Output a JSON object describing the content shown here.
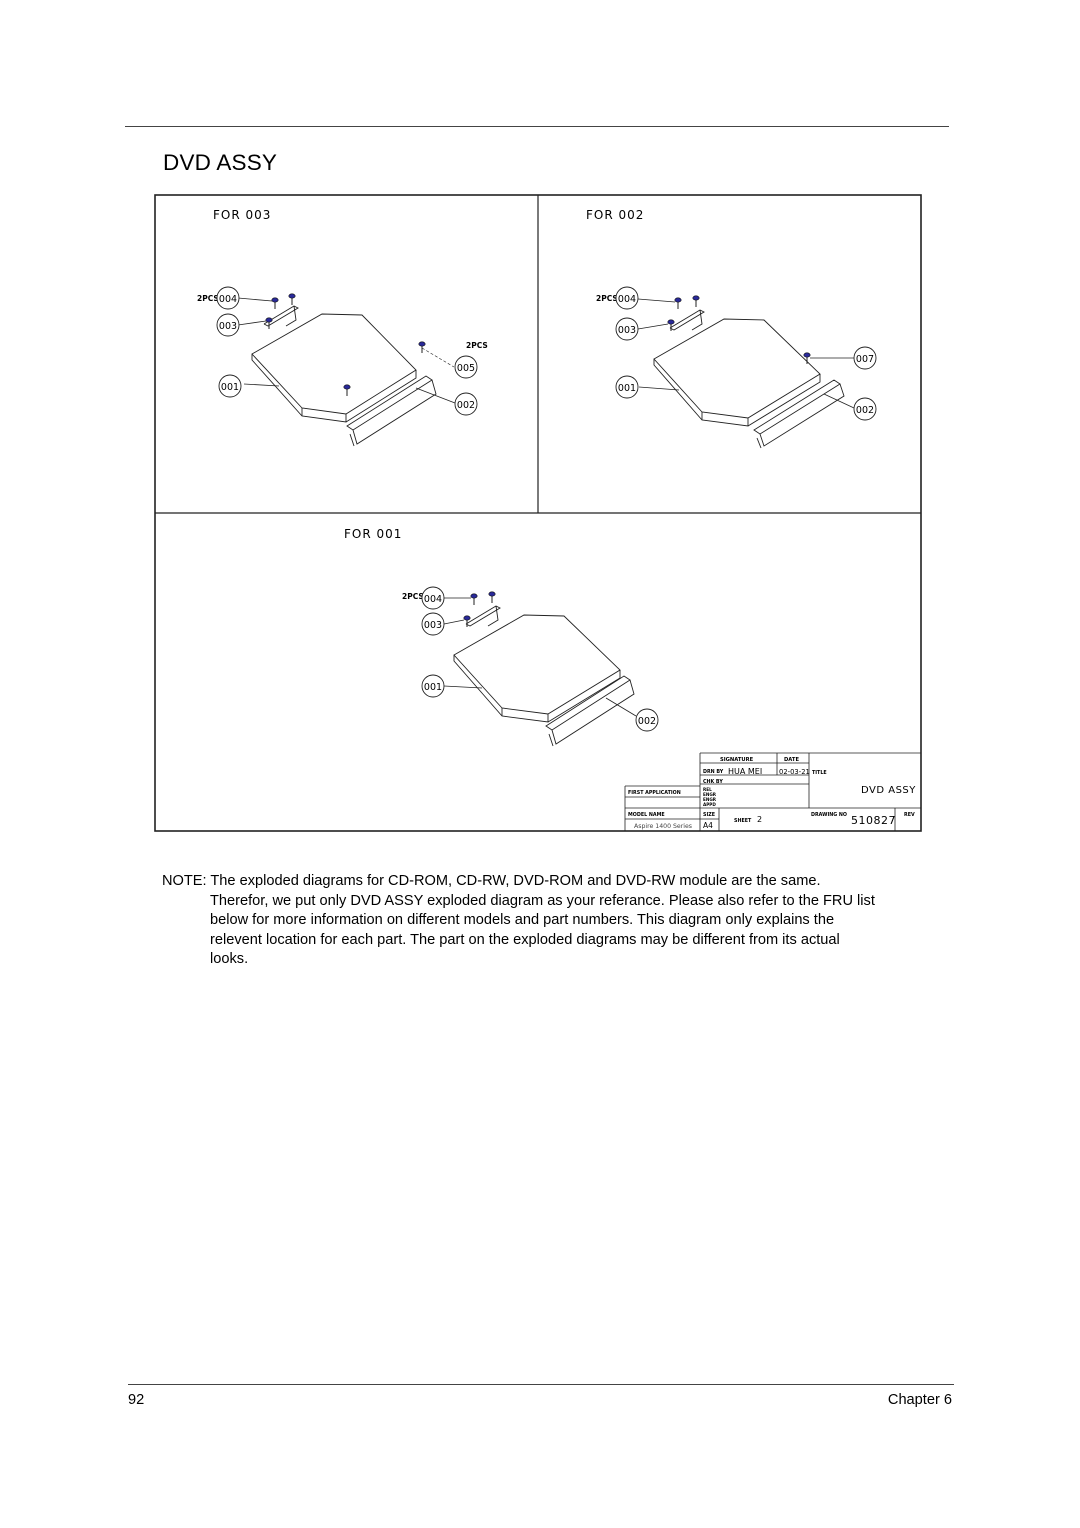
{
  "page": {
    "title": "DVD ASSY",
    "page_number": "92",
    "chapter": "Chapter 6"
  },
  "diagram": {
    "panels": [
      {
        "heading": "FOR 003",
        "callouts": [
          "004",
          "003",
          "005",
          "002",
          "001"
        ],
        "qty_labels": [
          "2PCS",
          "2PCS"
        ]
      },
      {
        "heading": "FOR 002",
        "callouts": [
          "004",
          "003",
          "007",
          "001",
          "002"
        ],
        "qty_labels": [
          "2PCS"
        ]
      },
      {
        "heading": "FOR 001",
        "callouts": [
          "004",
          "003",
          "001",
          "002"
        ],
        "qty_labels": [
          "2PCS"
        ]
      }
    ],
    "title_block": {
      "signature_header": "SIGNATURE",
      "date_header": "DATE",
      "drn_by_label": "DRN BY",
      "drn_by_value": "HUA MEI",
      "date_value": "02-03-21",
      "title_label": "TITLE",
      "title_value": "DVD ASSY",
      "chk_by_label": "CHK BY",
      "first_application_label": "FIRST APPLICATION",
      "stack_labels": [
        "REL",
        "ENGR",
        "ENGR",
        "APPD"
      ],
      "model_name_label": "MODEL NAME",
      "model_name_value": "Aspire 1400 Series",
      "size_label": "SIZE",
      "size_value": "A4",
      "sheet_label": "SHEET",
      "sheet_value": "2",
      "drawing_no_label": "DRAWING NO",
      "drawing_no_value": "510827",
      "rev_label": "REV"
    }
  },
  "note": {
    "lines": [
      "NOTE: The exploded diagrams for CD-ROM, CD-RW, DVD-ROM and DVD-RW module are the same.",
      "Therefor, we put only DVD ASSY exploded diagram as your referance. Please also refer to the FRU list",
      "below for more information on different models and part numbers. This diagram only explains the",
      "relevent location for each part. The part on the exploded diagrams may be different from its actual",
      "looks."
    ]
  }
}
